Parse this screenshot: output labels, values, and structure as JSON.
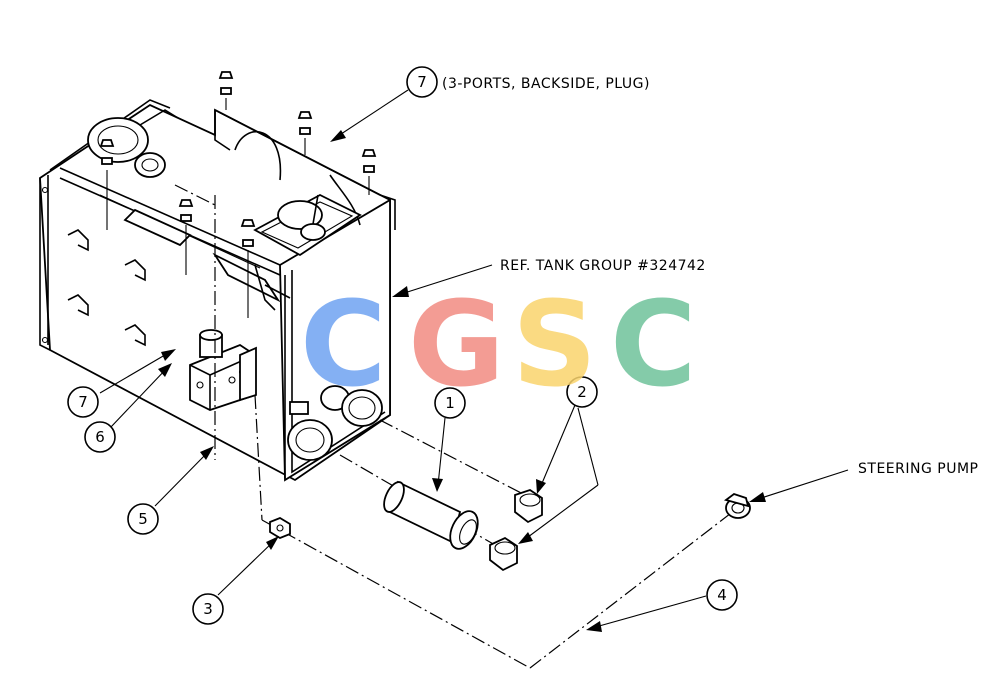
{
  "callouts": {
    "c1": "1",
    "c2": "2",
    "c3": "3",
    "c4": "4",
    "c5": "5",
    "c6": "6",
    "c7_left": "7",
    "c7_top": "7"
  },
  "labels": {
    "ports_note": "(3-PORTS, BACKSIDE, PLUG)",
    "tank_ref": "REF. TANK GROUP #324742",
    "steering_pump": "STEERING PUMP"
  },
  "watermark": {
    "letters": [
      "C",
      "G",
      "S",
      "C"
    ],
    "colors": [
      "#6fa3f2",
      "#f28b82",
      "#fad46d",
      "#6fc39b"
    ]
  }
}
